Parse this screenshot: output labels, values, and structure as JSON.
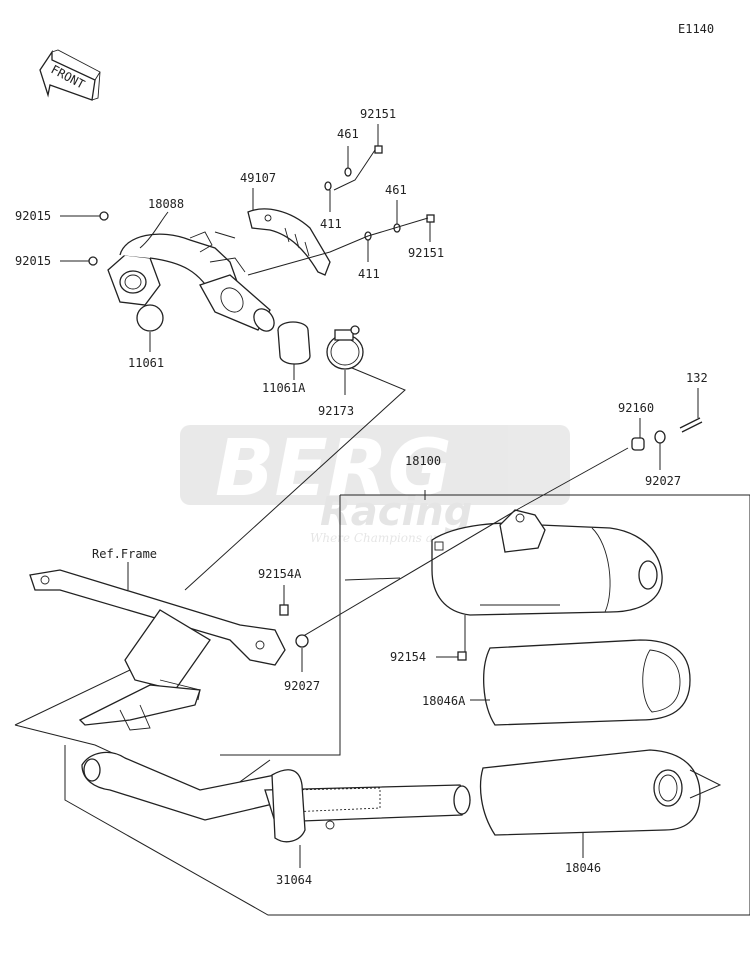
{
  "diagram": {
    "code": "E1140",
    "front_label": "FRONT",
    "ref_frame_label": "Ref.Frame",
    "watermark": {
      "brand": "BERG",
      "sub": "Racing",
      "tagline": "Where Champions are made"
    },
    "labels": {
      "p92151a": "92151",
      "p461a": "461",
      "p49107": "49107",
      "p411a": "411",
      "p461b": "461",
      "p92015a": "92015",
      "p18088": "18088",
      "p92015b": "92015",
      "p92151b": "92151",
      "p411b": "411",
      "p11061": "11061",
      "p11061a": "11061A",
      "p92173": "92173",
      "p132": "132",
      "p92160": "92160",
      "p18100": "18100",
      "p92027a": "92027",
      "p92154a": "92154A",
      "p92027b": "92027",
      "p92154": "92154",
      "p18046a": "18046A",
      "p31064": "31064",
      "p18046": "18046"
    }
  }
}
